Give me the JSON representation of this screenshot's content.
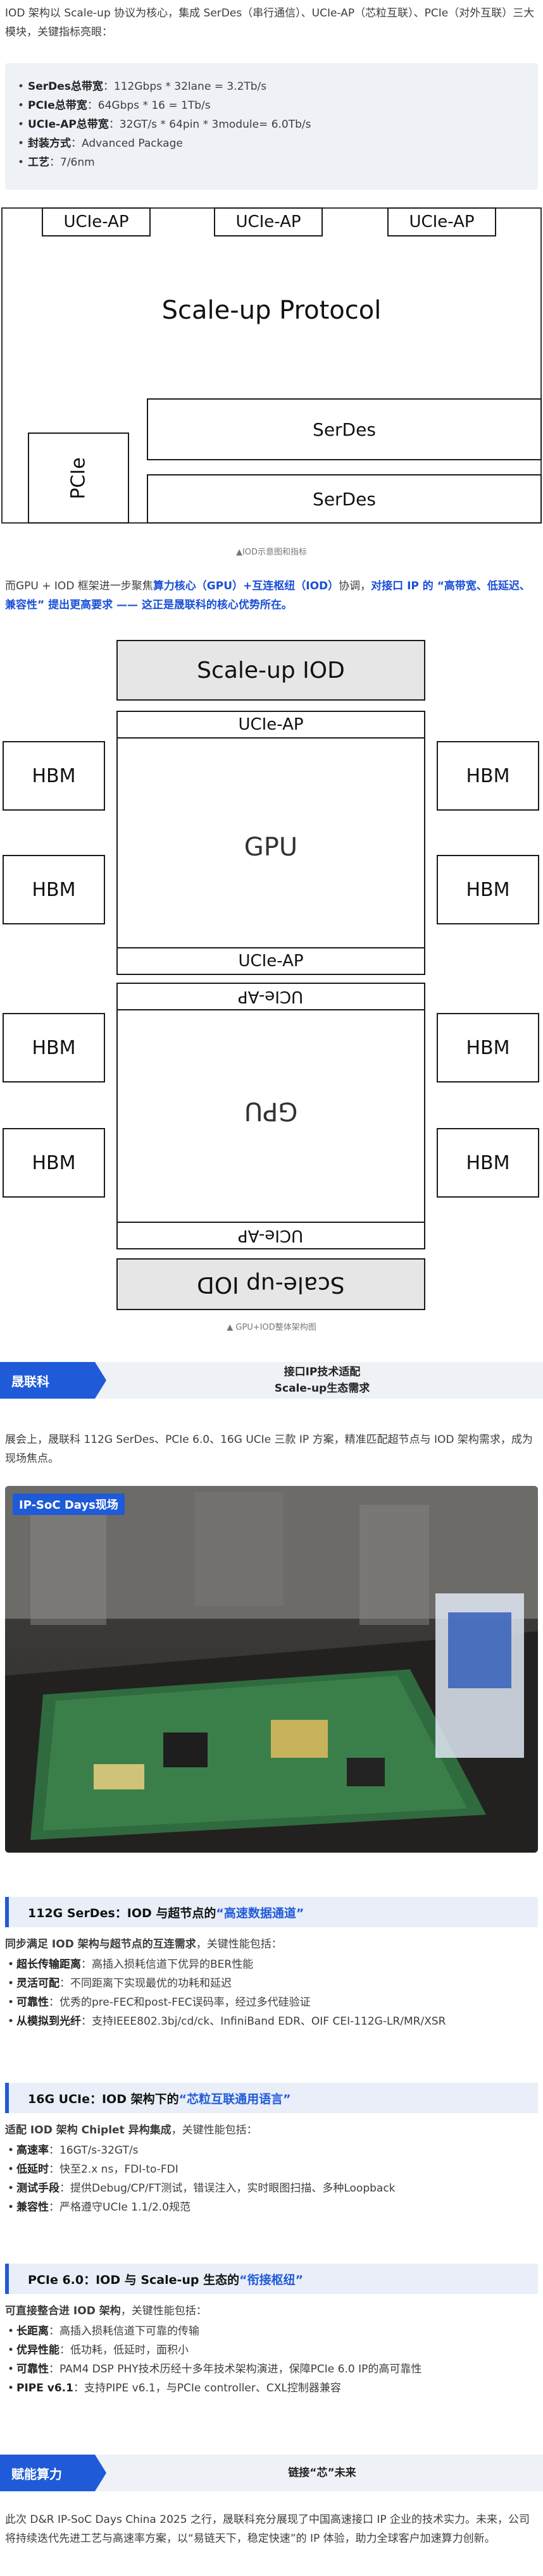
{
  "intro": {
    "text": "IOD 架构以 Scale-up 协议为核心，集成 SerDes（串行通信）、UCIe-AP（芯粒互联）、PCIe（对外互联）三大模块，关键指标亮眼："
  },
  "specs": [
    {
      "key": "SerDes总带宽",
      "value": "：112Gbps * 32lane = 3.2Tb/s"
    },
    {
      "key": "PCIe总带宽",
      "value": "：64Gbps * 16 = 1Tb/s"
    },
    {
      "key": "UCIe-AP总带宽",
      "value": "：32GT/s * 64pin * 3module= 6.0Tb/s"
    },
    {
      "key": "封装方式",
      "value": "：Advanced Package"
    },
    {
      "key": "工艺",
      "value": "：7/6nm"
    }
  ],
  "iod_diagram": {
    "ucie_boxes": [
      "UCIe-AP",
      "UCIe-AP",
      "UCIe-AP"
    ],
    "protocol": "Scale-up Protocol",
    "pcie": "PCIe",
    "serdes_boxes": [
      "SerDes",
      "SerDes"
    ],
    "caption": "▲IOD示意图和指标"
  },
  "gpu_para": {
    "p1": "而GPU + IOD 框架进一步聚焦",
    "p2": "算力核心（GPU）+互连枢纽（IOD）",
    "p3": "协调，",
    "p4": "对接口 IP 的 “高带宽、低延迟、兼容性” 提出更高要求 —— 这正是晟联科的核心优势所在。"
  },
  "gpu_diagram": {
    "top_iod": "Scale-up IOD",
    "ucie_top": "UCIe-AP",
    "gpu": "GPU",
    "ucie_mid": "UCIe-AP",
    "ucie_mid2": "UCIe-AP",
    "gpu2": "GPU",
    "ucie_bot": "UCIe-AP",
    "bottom_iod": "Scale-up IOD",
    "hbm": [
      "HBM",
      "HBM",
      "HBM",
      "HBM",
      "HBM",
      "HBM",
      "HBM",
      "HBM"
    ],
    "caption": "▲ GPU+IOD整体架构图"
  },
  "section1": {
    "tag": "晟联科",
    "title_line1": "接口IP技术适配",
    "title_line2": "Scale-up生态需求"
  },
  "expo_para": {
    "text": "展会上，晟联科 112G SerDes、PCIe 6.0、16G UCIe 三款 IP 方案，精准匹配超节点与 IOD 架构需求，成为现场焦点。"
  },
  "photo": {
    "label": "IP-SoC Days现场"
  },
  "serdes": {
    "title_a": "112G SerDes：IOD 与超节点的 ",
    "title_b": "“高速数据通道”",
    "lead_a": "同步满足 IOD 架构与超节点的互连需求",
    "lead_b": "，关键性能包括：",
    "items": [
      {
        "key": "超长传输距离",
        "value": "：高插入损耗信道下优异的BER性能"
      },
      {
        "key": "灵活可配",
        "value": "：不同距离下实现最优的功耗和延迟"
      },
      {
        "key": "可靠性",
        "value": "：优秀的pre-FEC和post-FEC误码率，经过多代硅验证"
      },
      {
        "key": "从模拟到光纤",
        "value": "：支持IEEE802.3bj/cd/ck、InfiniBand EDR、OIF CEI-112G-LR/MR/XSR"
      }
    ]
  },
  "ucie": {
    "title_a": "16G UCIe：IOD 架构下的 ",
    "title_b": "“芯粒互联通用语言”",
    "lead_a": "适配 IOD 架构 Chiplet 异构集成",
    "lead_b": "，关键性能包括：",
    "items": [
      {
        "key": "高速率",
        "value": "：16GT/s-32GT/s"
      },
      {
        "key": "低延时",
        "value": "：快至2.x ns，FDI-to-FDI"
      },
      {
        "key": "测试手段",
        "value": "：提供Debug/CP/FT测试，错误注入，实时眼图扫描、多种Loopback"
      },
      {
        "key": "兼容性",
        "value": "：严格遵守UCIe 1.1/2.0规范"
      }
    ]
  },
  "pcie": {
    "title_a": "PCIe 6.0：IOD 与 Scale-up 生态的 ",
    "title_b": "“衔接枢纽”",
    "lead_a": "可直接整合进 IOD 架构",
    "lead_b": "，关键性能包括：",
    "items": [
      {
        "key": "长距离",
        "value": "：高插入损耗信道下可靠的传输"
      },
      {
        "key": "优异性能",
        "value": "：低功耗，低延时，面积小"
      },
      {
        "key": "可靠性",
        "value": "：PAM4 DSP PHY技术历经十多年技术架构演进，保障PCIe 6.0 IP的高可靠性"
      },
      {
        "key": "PIPE v6.1",
        "value": "：支持PIPE v6.1，与PCIe controller、CXL控制器兼容"
      }
    ]
  },
  "section2": {
    "tag": "赋能算力",
    "title_line1": "链接“芯”未来"
  },
  "closing": {
    "text": "此次 D&R IP-SoC Days China 2025 之行，晟联科充分展现了中国高速接口 IP 企业的技术实力。未来，公司将持续迭代先进工艺与高速率方案，以“易链天下，稳定快速”的 IP 体验，助力全球客户加速算力创新。"
  }
}
